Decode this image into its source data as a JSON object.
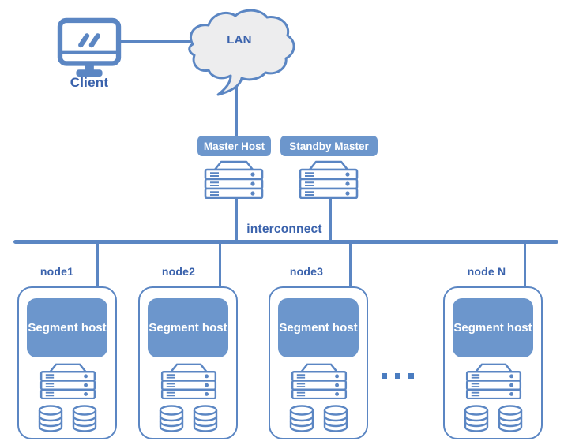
{
  "colors": {
    "accent_line": "#5b86c3",
    "badge_fill": "#6c96cc",
    "badge_text": "#ffffff",
    "label_text": "#3a62ac",
    "cloud_fill": "#ededee"
  },
  "client": {
    "label": "Client",
    "icon": "monitor-icon"
  },
  "lan": {
    "label": "LAN",
    "icon": "cloud-icon"
  },
  "master": {
    "label": "Master Host",
    "icon": "server-icon"
  },
  "standby": {
    "label": "Standby Master",
    "icon": "server-icon"
  },
  "interconnect": {
    "label": "interconnect"
  },
  "nodes": [
    {
      "label": "node1",
      "segment": "Segment host"
    },
    {
      "label": "node2",
      "segment": "Segment host"
    },
    {
      "label": "node3",
      "segment": "Segment host"
    },
    {
      "label": "node N",
      "segment": "Segment host"
    }
  ],
  "more_nodes_indicator": "..."
}
